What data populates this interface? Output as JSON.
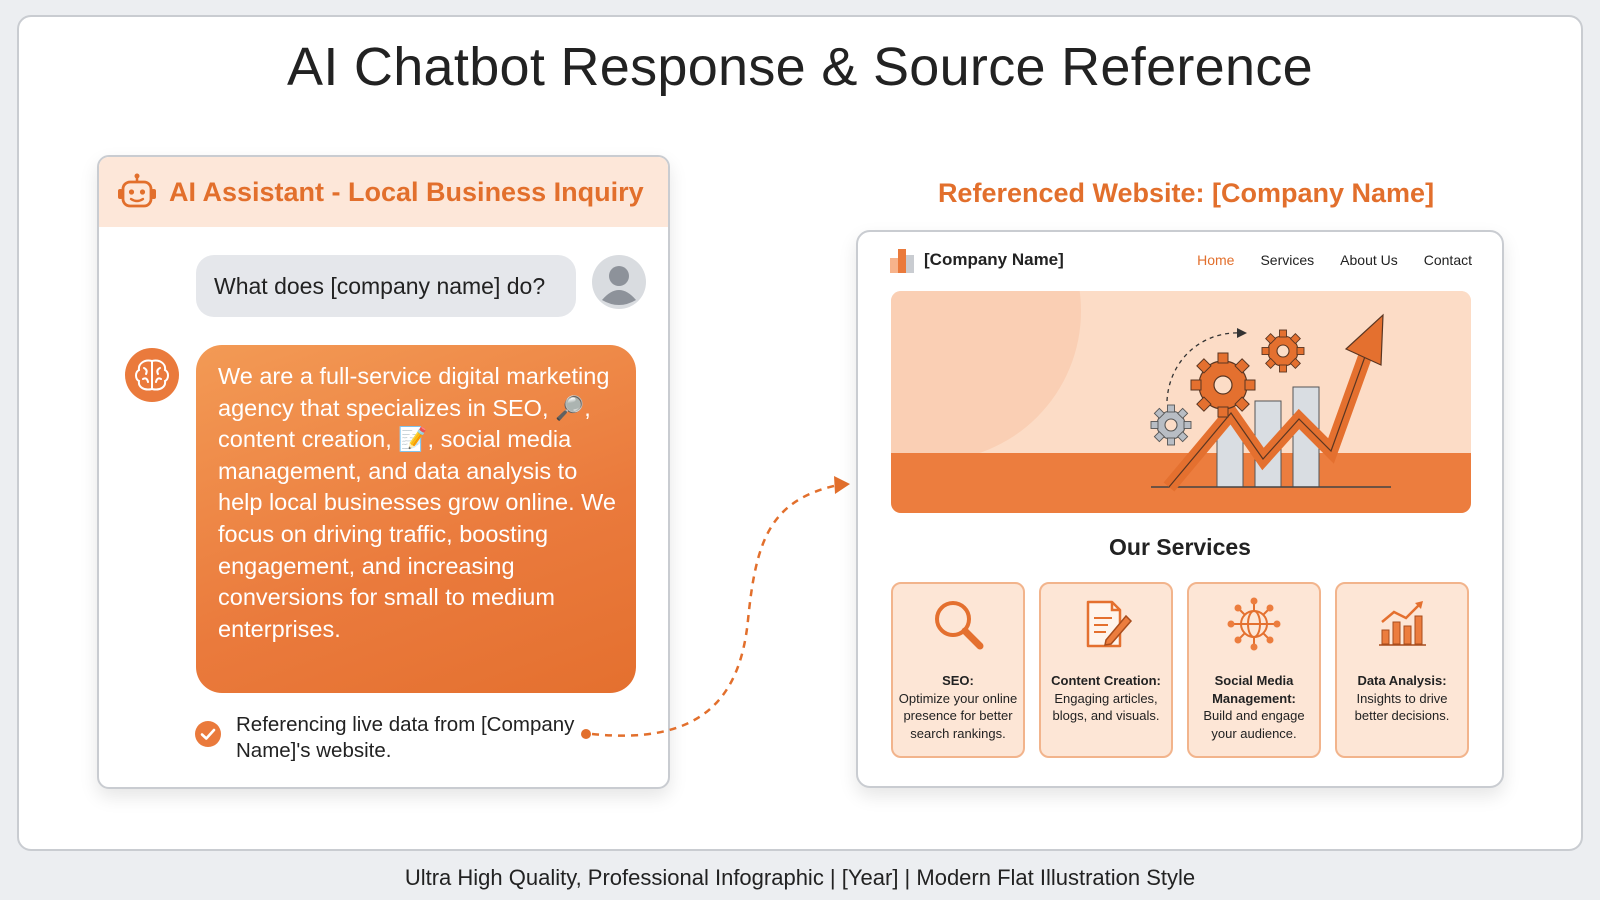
{
  "title": "AI Chatbot Response & Source Reference",
  "chat": {
    "header_title": "AI Assistant - Local Business Inquiry",
    "user_message": "What does [company name] do?",
    "bot_message": "We are a full-service digital marketing agency that specializes in SEO, 🔎, content creation, 📝, social media management, and data analysis to help local businesses grow online. We focus on driving traffic, boosting engagement, and increasing conversions for small to medium enterprises.",
    "reference_note": "Referencing live data from [Company Name]'s website."
  },
  "website": {
    "caption": "Referenced Website: [Company Name]",
    "company": "[Company Name]",
    "nav": [
      "Home",
      "Services",
      "About Us",
      "Contact"
    ],
    "active_nav": "Home",
    "services_title": "Our Services",
    "services": [
      {
        "title": "SEO:",
        "text": "Optimize your online presence for better search rankings.",
        "icon": "magnifier-icon"
      },
      {
        "title": "Content Creation:",
        "text": "Engaging articles, blogs, and visuals.",
        "icon": "document-pencil-icon"
      },
      {
        "title": "Social Media Management:",
        "text": "Build and engage your audience.",
        "icon": "network-globe-icon"
      },
      {
        "title": "Data Analysis:",
        "text": "Insights to drive better decisions.",
        "icon": "bar-chart-icon"
      }
    ]
  },
  "footer": "Ultra High Quality, Professional Infographic | [Year] | Modern Flat Illustration Style",
  "colors": {
    "accent": "#e26f2c",
    "bubble_gradient_start": "#f39a55",
    "bubble_gradient_end": "#e4702f",
    "header_tint": "#fde7d9",
    "card_bg": "#fde6d6",
    "card_border": "#f2b48c"
  }
}
